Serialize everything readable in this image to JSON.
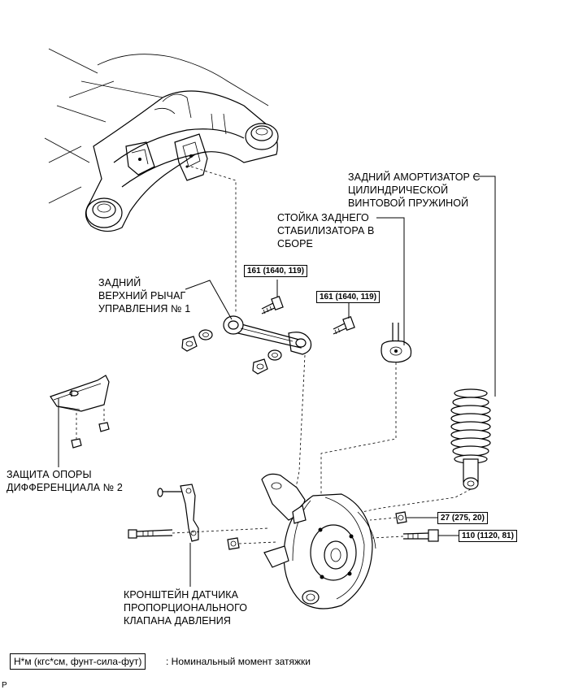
{
  "labels": {
    "rear_shock": "ЗАДНИЙ АМОРТИЗАТОР С\nЦИЛИНДРИЧЕСКОЙ\nВИНТОВОЙ ПРУЖИНОЙ",
    "stabilizer_link": "СТОЙКА ЗАДНЕГО\nСТАБИЛИЗАТОРА В\nСБОРЕ",
    "upper_arm": "ЗАДНИЙ\nВЕРХНИЙ РЫЧАГ\nУПРАВЛЕНИЯ № 1",
    "diff_guard": "ЗАЩИТА ОПОРЫ\nДИФФЕРЕНЦИАЛА № 2",
    "sensor_bracket": "КРОНШТЕЙН ДАТЧИКА\nПРОПОРЦИОНАЛЬНОГО\nКЛАПАНА ДАВЛЕНИЯ"
  },
  "torques": {
    "t1": "161 (1640, 119)",
    "t2": "161 (1640, 119)",
    "t3": "27 (275, 20)",
    "t4": "110 (1120, 81)"
  },
  "legend": {
    "unit_box": "Н*м (кгс*см, фунт-сила-фут)",
    "description": ": Номинальный момент затяжки"
  },
  "figure_code": "P"
}
